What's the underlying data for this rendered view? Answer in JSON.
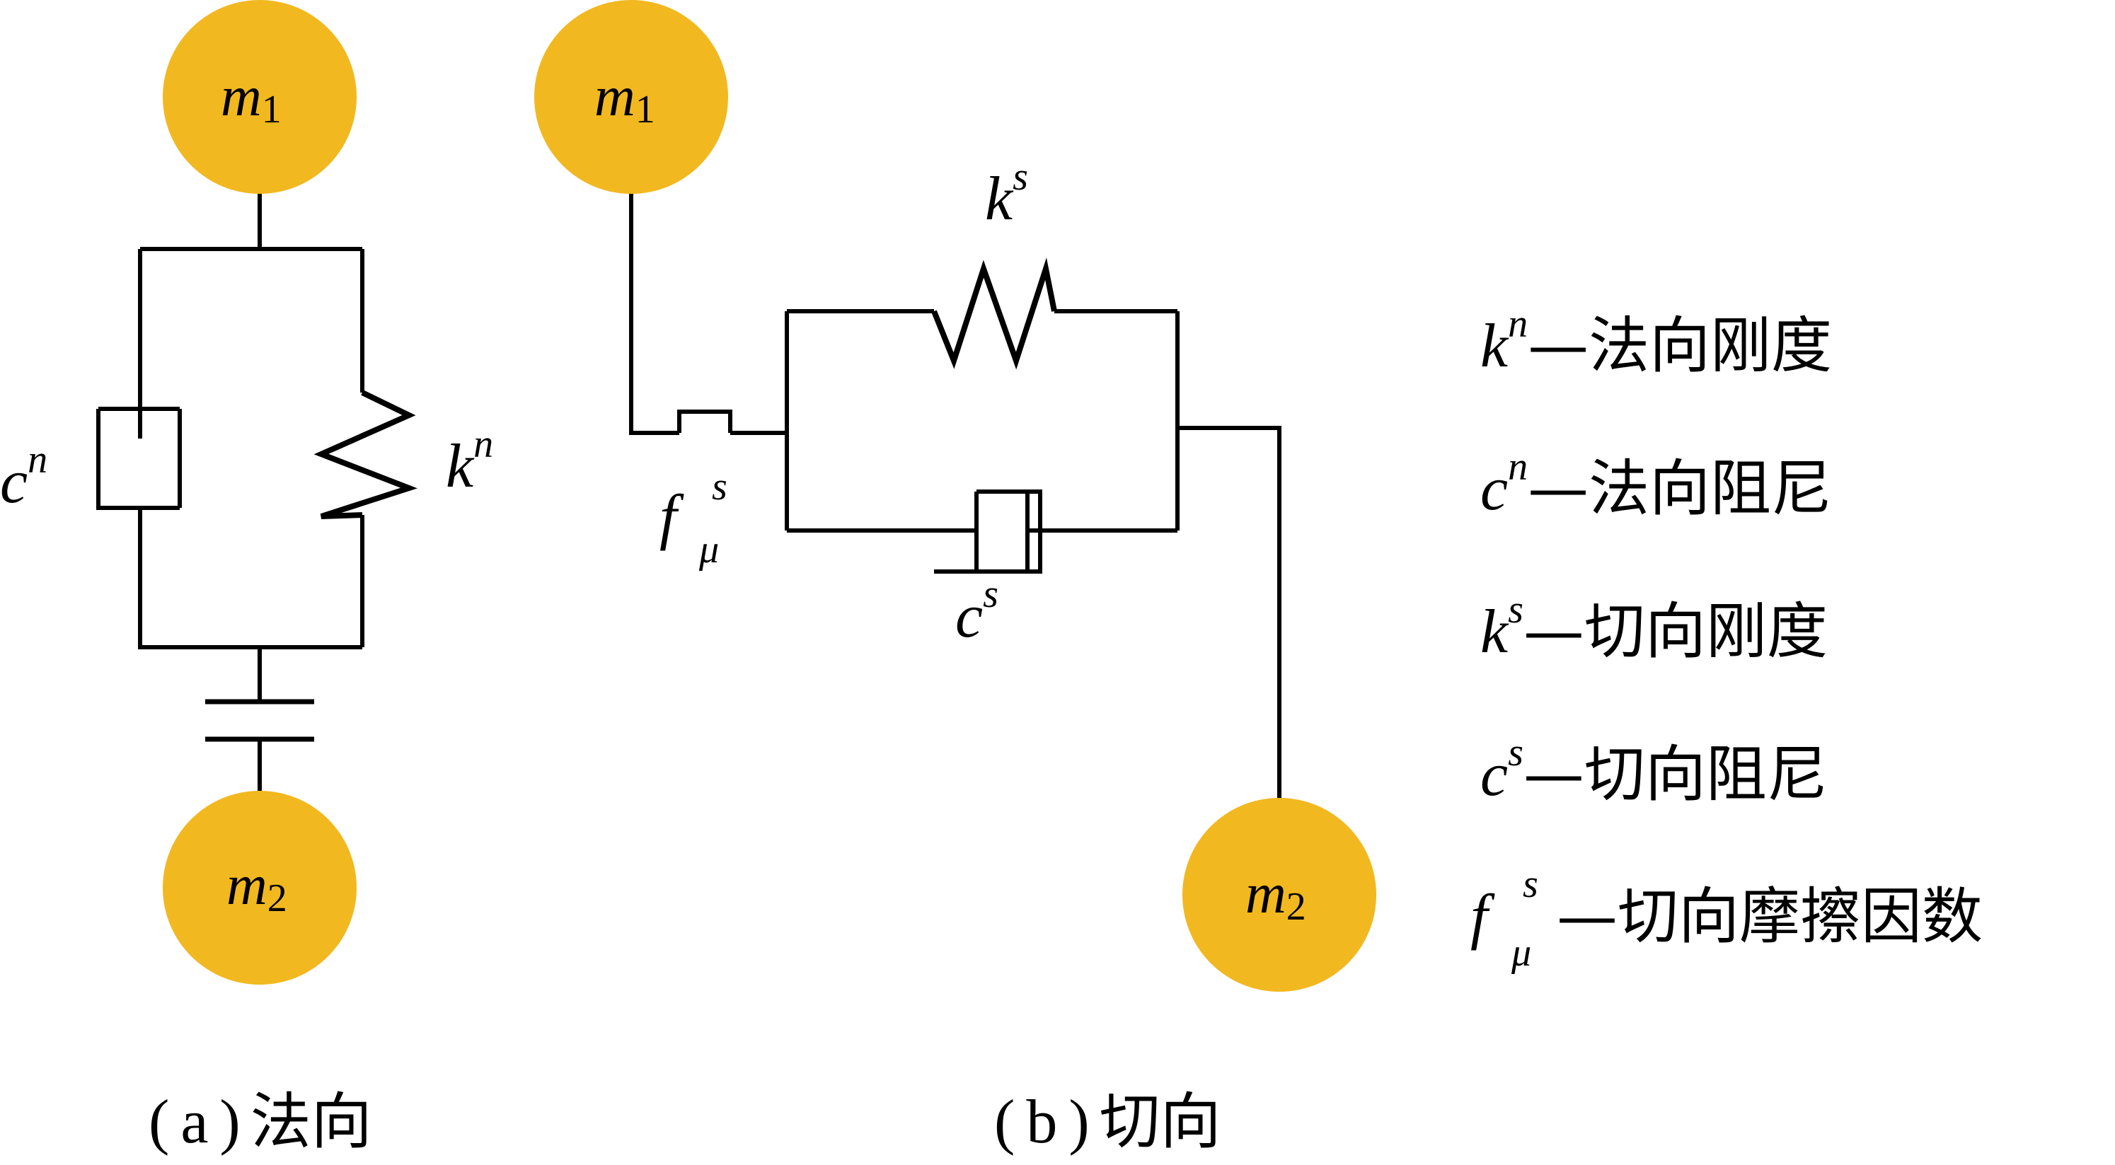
{
  "colors": {
    "mass_fill": "#F2B820",
    "line": "#000000",
    "background": "#FFFFFF"
  },
  "normal": {
    "mass_top": {
      "symbol": "m",
      "sub": "1"
    },
    "mass_bottom": {
      "symbol": "m",
      "sub": "2"
    },
    "damper_label": {
      "symbol": "c",
      "sup": "n"
    },
    "spring_label": {
      "symbol": "k",
      "sup": "n"
    },
    "caption": {
      "paren_open": "(",
      "letter": "a",
      "paren_close": ")",
      "text": "法向"
    }
  },
  "shear": {
    "mass_top": {
      "symbol": "m",
      "sub": "1"
    },
    "mass_bottom": {
      "symbol": "m",
      "sub": "2"
    },
    "spring_label": {
      "symbol": "k",
      "sup": "s"
    },
    "damper_label": {
      "symbol": "c",
      "sup": "s"
    },
    "friction_label": {
      "symbol": "f",
      "sup": "s",
      "sub": "μ"
    },
    "caption": {
      "paren_open": "(",
      "letter": "b",
      "paren_close": ")",
      "text": "切向"
    }
  },
  "legend": [
    {
      "symbol": "k",
      "sup": "n",
      "text": "—法向刚度"
    },
    {
      "symbol": "c",
      "sup": "n",
      "text": "—法向阻尼"
    },
    {
      "symbol": "k",
      "sup": "s",
      "text": "—切向刚度"
    },
    {
      "symbol": "c",
      "sup": "s",
      "text": "—切向阻尼"
    },
    {
      "symbol": "f",
      "sup": "s",
      "sub": "μ",
      "text": "—切向摩擦因数"
    }
  ]
}
